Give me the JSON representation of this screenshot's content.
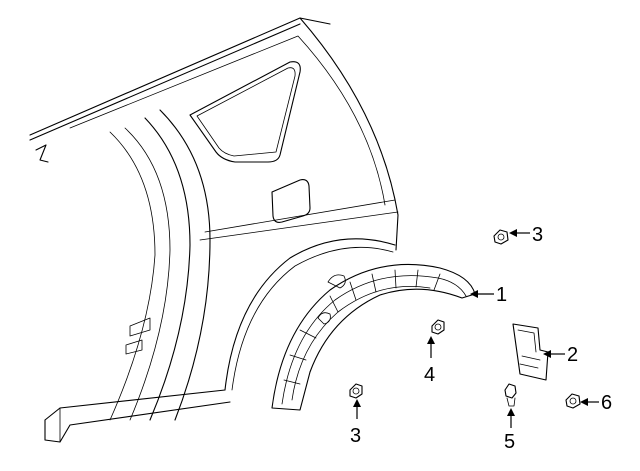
{
  "callouts": {
    "c1": "1",
    "c2": "2",
    "c3a": "3",
    "c3b": "3",
    "c4": "4",
    "c5": "5",
    "c6": "6"
  },
  "colors": {
    "line": "#000000",
    "background": "#ffffff"
  }
}
